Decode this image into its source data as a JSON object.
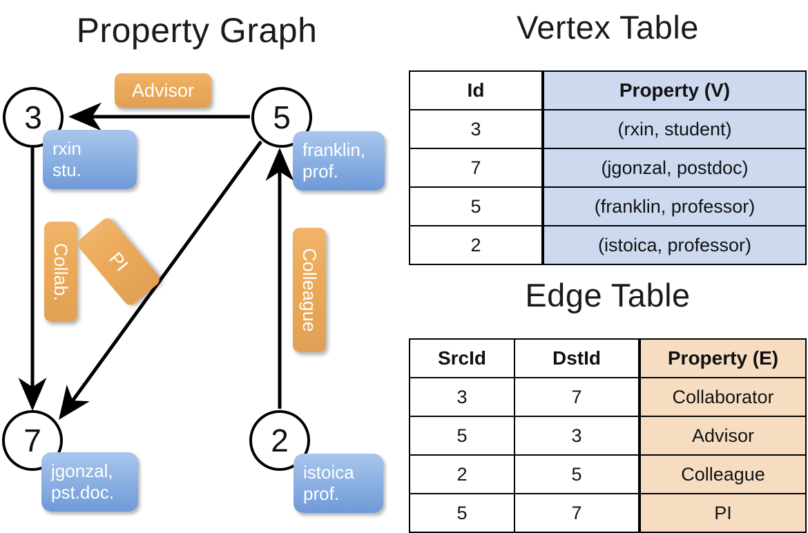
{
  "titles": {
    "property_graph": "Property Graph",
    "vertex_table": "Vertex Table",
    "edge_table": "Edge Table"
  },
  "colors": {
    "vertex_property_fill": "#ccd9ef",
    "edge_property_fill": "#f6ddc2",
    "node_property_bubble": "#8eb2e3",
    "edge_label_bubble": "#eaa857",
    "stroke": "#000000"
  },
  "graph": {
    "nodes": [
      {
        "id": "3",
        "property_label": "rxin\nstu.",
        "property_line1": "rxin",
        "property_line2": "stu."
      },
      {
        "id": "5",
        "property_label": "franklin,\nprof.",
        "property_line1": "franklin,",
        "property_line2": "prof."
      },
      {
        "id": "7",
        "property_label": "jgonzal,\npst.doc.",
        "property_line1": "jgonzal,",
        "property_line2": "pst.doc."
      },
      {
        "id": "2",
        "property_label": "istoica\nprof.",
        "property_line1": "istoica",
        "property_line2": "prof."
      }
    ],
    "edge_labels": [
      {
        "name": "advisor",
        "text": "Advisor",
        "src": "5",
        "dst": "3"
      },
      {
        "name": "collab",
        "text": "Collab.",
        "src": "3",
        "dst": "7"
      },
      {
        "name": "pi",
        "text": "PI",
        "src": "5",
        "dst": "7"
      },
      {
        "name": "colleague",
        "text": "Colleague",
        "src": "2",
        "dst": "5"
      }
    ]
  },
  "vertex_table": {
    "headers": [
      "Id",
      "Property (V)"
    ],
    "rows": [
      {
        "id": "3",
        "property": "(rxin, student)"
      },
      {
        "id": "7",
        "property": "(jgonzal, postdoc)"
      },
      {
        "id": "5",
        "property": "(franklin, professor)"
      },
      {
        "id": "2",
        "property": "(istoica, professor)"
      }
    ]
  },
  "edge_table": {
    "headers": [
      "SrcId",
      "DstId",
      "Property (E)"
    ],
    "rows": [
      {
        "src": "3",
        "dst": "7",
        "property": "Collaborator"
      },
      {
        "src": "5",
        "dst": "3",
        "property": "Advisor"
      },
      {
        "src": "2",
        "dst": "5",
        "property": "Colleague"
      },
      {
        "src": "5",
        "dst": "7",
        "property": "PI"
      }
    ]
  }
}
